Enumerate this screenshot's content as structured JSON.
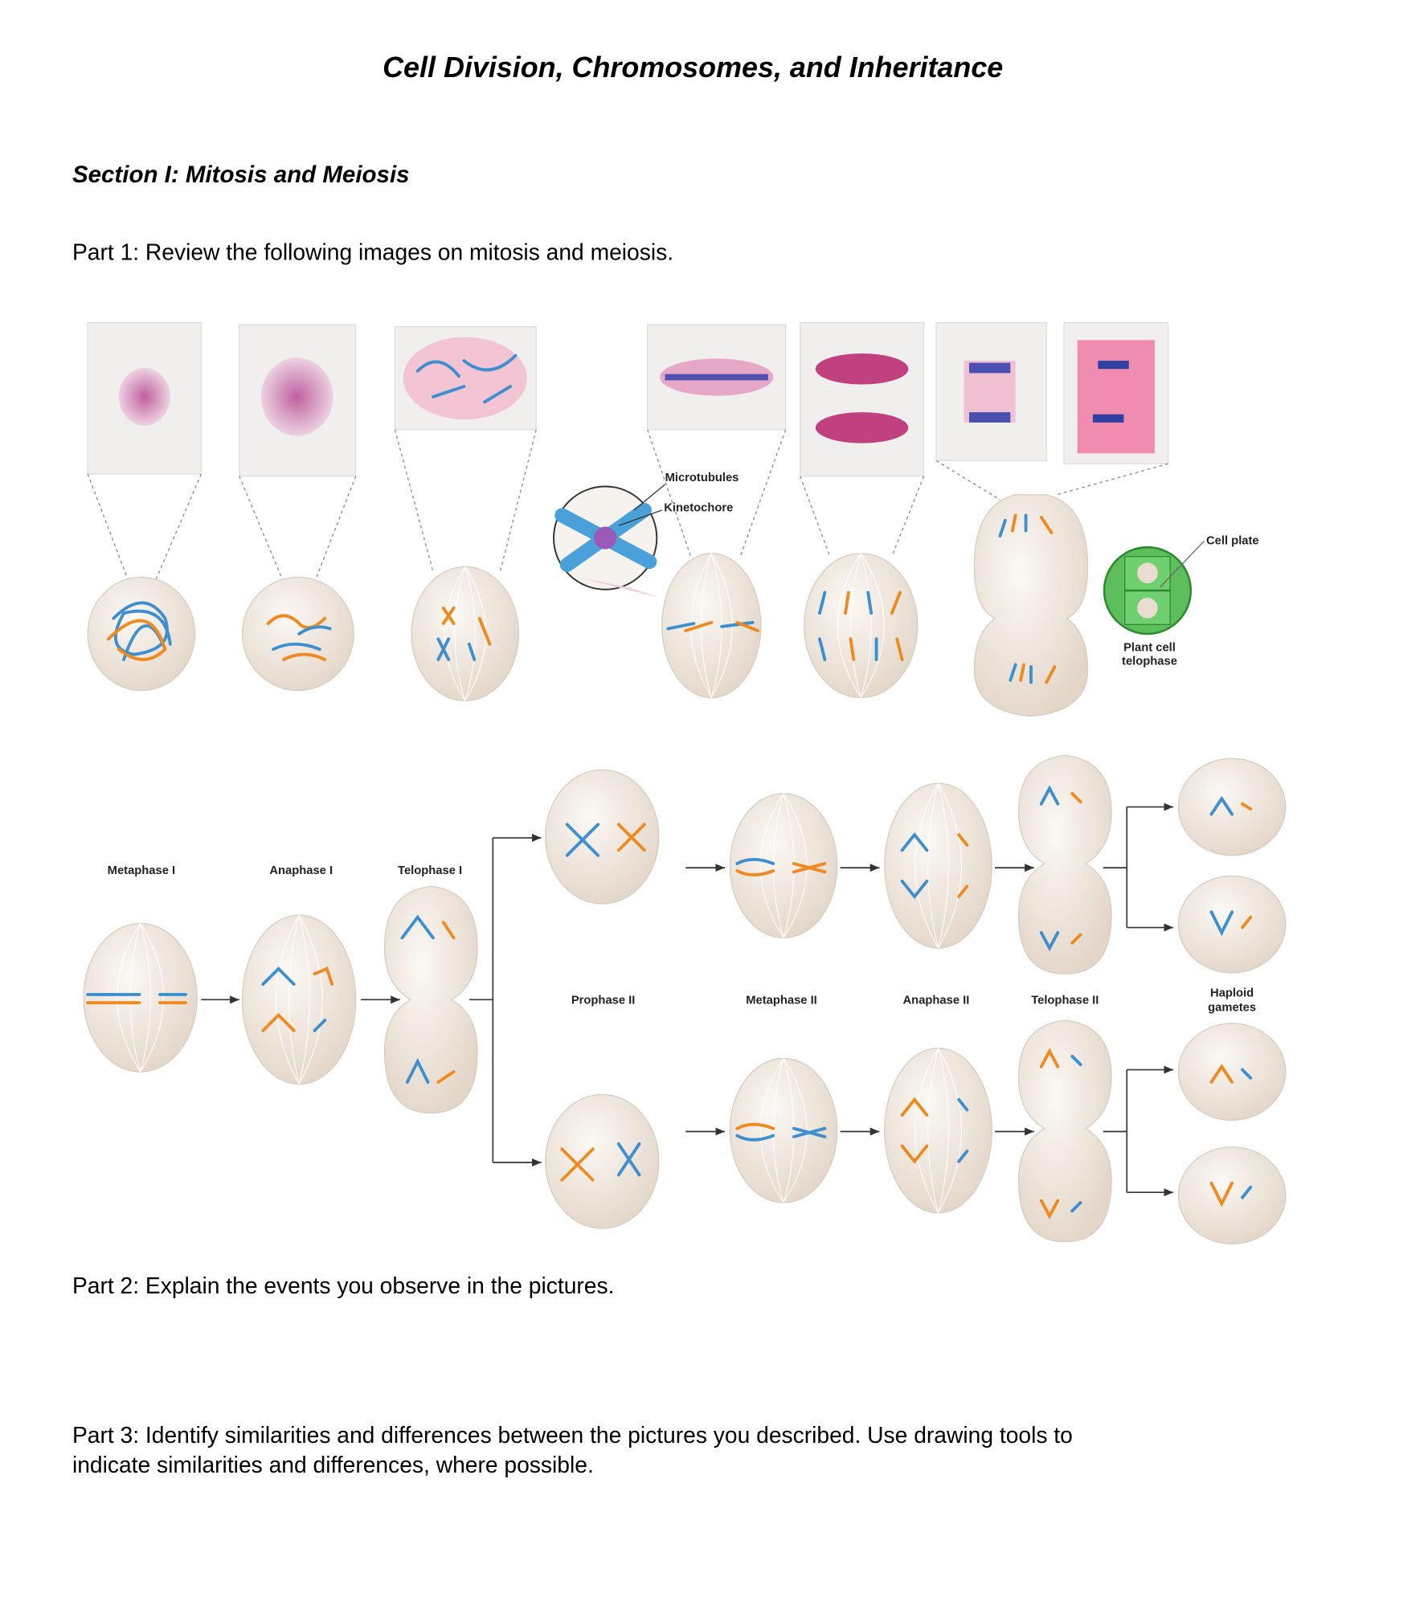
{
  "title": "Cell Division, Chromosomes, and Inheritance",
  "section": "Section I: Mitosis and Meiosis",
  "part1": "Part 1: Review the following images on mitosis and meiosis.",
  "mitosis_figure": {
    "labels": {
      "microtubules": "Microtubules",
      "kinetochore": "Kinetochore",
      "cell_plate": "Cell plate",
      "plant_cell_line1": "Plant cell",
      "plant_cell_line2": "telophase"
    }
  },
  "meiosis_figure": {
    "stages": {
      "metaphase1": "Metaphase I",
      "anaphase1": "Anaphase I",
      "telophase1": "Telophase I",
      "prophase2": "Prophase II",
      "metaphase2": "Metaphase II",
      "anaphase2": "Anaphase II",
      "telophase2": "Telophase II",
      "gametes_line1": "Haploid",
      "gametes_line2": "gametes"
    }
  },
  "part2": "Part 2: Explain the events you observe in the pictures.",
  "part3_line1": "Part 3: Identify similarities and differences between the pictures you described. Use drawing tools to",
  "part3_line2": "indicate similarities and differences, where possible."
}
